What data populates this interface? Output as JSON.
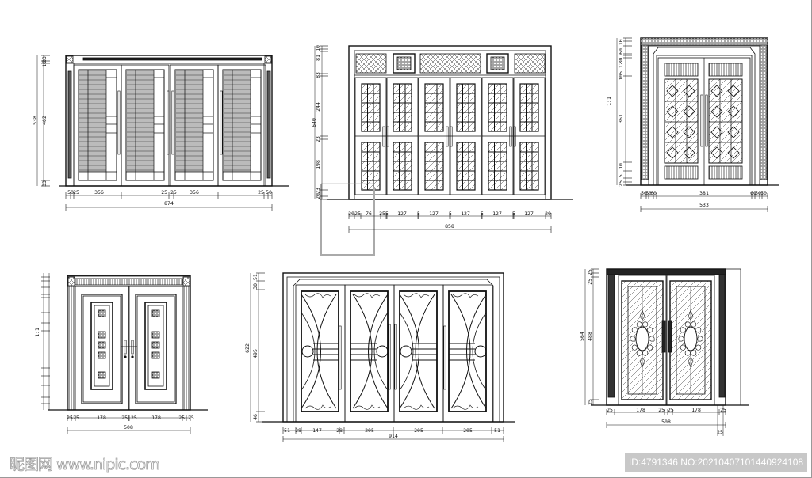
{
  "drawings": [
    {
      "name": "sliding-door-four-leaf-louver",
      "bottom_dims": [
        "50",
        "25",
        "356",
        "25 25",
        "356",
        "25",
        "50"
      ],
      "total": "874",
      "left_dims": [
        "538",
        "462",
        "33",
        "10",
        "33"
      ]
    },
    {
      "name": "six-leaf-folding-door",
      "bottom_dims": [
        "20",
        "25",
        "76",
        "25",
        "5",
        "127",
        "5",
        "127",
        "5",
        "127",
        "5",
        "127",
        "5",
        "127",
        "20"
      ],
      "total": "858",
      "left_dims": [
        "640",
        "10",
        "81",
        "83",
        "244",
        "23",
        "198",
        "23",
        "20"
      ]
    },
    {
      "name": "double-door-lattice-glass",
      "bottom_dims": [
        "50",
        "50",
        "60",
        "381",
        "60",
        "50",
        "50"
      ],
      "total": "533",
      "left_dims": [
        "1:1",
        "30 60 10",
        "105 12",
        "361",
        "10",
        "25 5"
      ]
    },
    {
      "name": "double-door-panel",
      "bottom_dims": [
        "25",
        "25",
        "178",
        "25 25",
        "178",
        "25 25"
      ],
      "total": "508",
      "left_dims": [
        "1:1"
      ]
    },
    {
      "name": "four-leaf-wrought-iron-glass-door",
      "bottom_dims": [
        "51",
        "28",
        "147",
        "28",
        "205",
        "205",
        "205",
        "51"
      ],
      "total": "914",
      "left_dims": [
        "622",
        "30 51",
        "495",
        "46"
      ]
    },
    {
      "name": "double-door-stained-glass",
      "bottom_dims": [
        "25",
        "178",
        "25 25",
        "178",
        "25"
      ],
      "total": "508",
      "extra": "25",
      "left_dims": [
        "564",
        "488",
        "25 25",
        "25"
      ]
    }
  ],
  "watermark": {
    "site": "昵图网 www.nipic.com",
    "id": "ID:4791346 NO:20210407101440924108"
  },
  "colors": {
    "line": "#111111",
    "hatch": "#9a9a9a",
    "grey_line": "#aaaaaa"
  }
}
